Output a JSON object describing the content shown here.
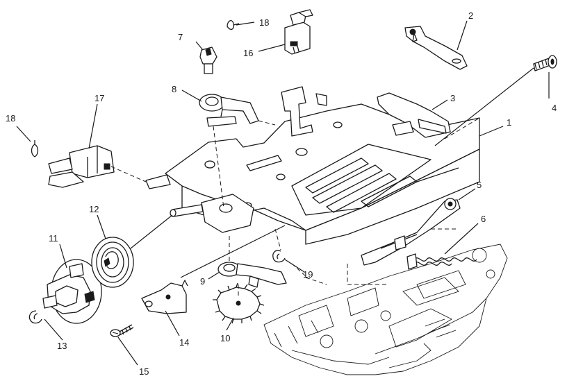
{
  "callouts": {
    "c1": "1",
    "c2": "2",
    "c3": "3",
    "c4": "4",
    "c5": "5",
    "c6": "6",
    "c7": "7",
    "c8": "8",
    "c9": "9",
    "c10": "10",
    "c11": "11",
    "c12": "12",
    "c13": "13",
    "c14": "14",
    "c15": "15",
    "c16": "16",
    "c17": "17",
    "c18a": "18",
    "c18b": "18",
    "c19": "19"
  }
}
